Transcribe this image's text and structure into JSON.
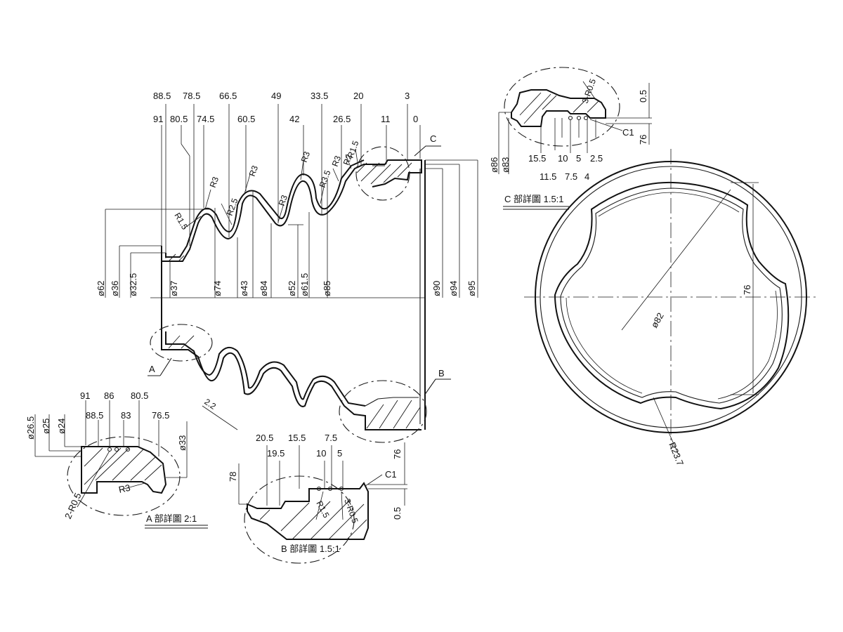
{
  "top_dims_row1": [
    "88.5",
    "78.5",
    "66.5",
    "49",
    "33.5",
    "20",
    "3"
  ],
  "top_dims_row2": [
    "91",
    "80.5",
    "74.5",
    "60.5",
    "42",
    "26.5",
    "11",
    "0"
  ],
  "callout_c": "C",
  "radii_main": [
    "R1.5",
    "R2",
    "R3",
    "R3.5",
    "R3",
    "R3",
    "R2.5",
    "R3",
    "R1.5",
    "R3"
  ],
  "left_diams": [
    "ø62",
    "ø36",
    "ø32.5",
    "ø37",
    "ø74",
    "ø43",
    "ø84",
    "ø52",
    "ø61.5",
    "ø85"
  ],
  "right_diams": [
    "ø90",
    "ø94",
    "ø95"
  ],
  "callout_a": "A",
  "callout_b": "B",
  "thickness": "2.2",
  "detail_a": {
    "left_diams": [
      "ø26.5",
      "ø25",
      "ø24"
    ],
    "top_dims": [
      "91",
      "86",
      "80.5",
      "88.5",
      "83",
      "76.5"
    ],
    "right_diam": "ø33",
    "radius": "R3",
    "fillets": "2-R0.5",
    "title": "A 部詳圖 2:1"
  },
  "detail_b": {
    "top_dims": [
      "20.5",
      "15.5",
      "7.5",
      "19.5",
      "10",
      "5"
    ],
    "left_dim": "78",
    "right_dim": "76",
    "gap": "0.5",
    "chamfer": "C1",
    "radius": "R1.5",
    "fillets": "3-R0.5",
    "title": "B 部詳圖 1.5:1"
  },
  "detail_c": {
    "fillets": "3-R0.5",
    "gap": "0.5",
    "left_diams": [
      "ø86",
      "ø83"
    ],
    "chamfer": "C1",
    "right_dim": "76",
    "bottom_dims_row1": [
      "15.5",
      "10",
      "5",
      "2.5"
    ],
    "bottom_dims_row2": [
      "11.5",
      "7.5",
      "4"
    ],
    "title": "C 部詳圖 1.5:1"
  },
  "circle_view": {
    "diameter": "ø82",
    "flat_dim": "76",
    "radius": "R23.7"
  }
}
